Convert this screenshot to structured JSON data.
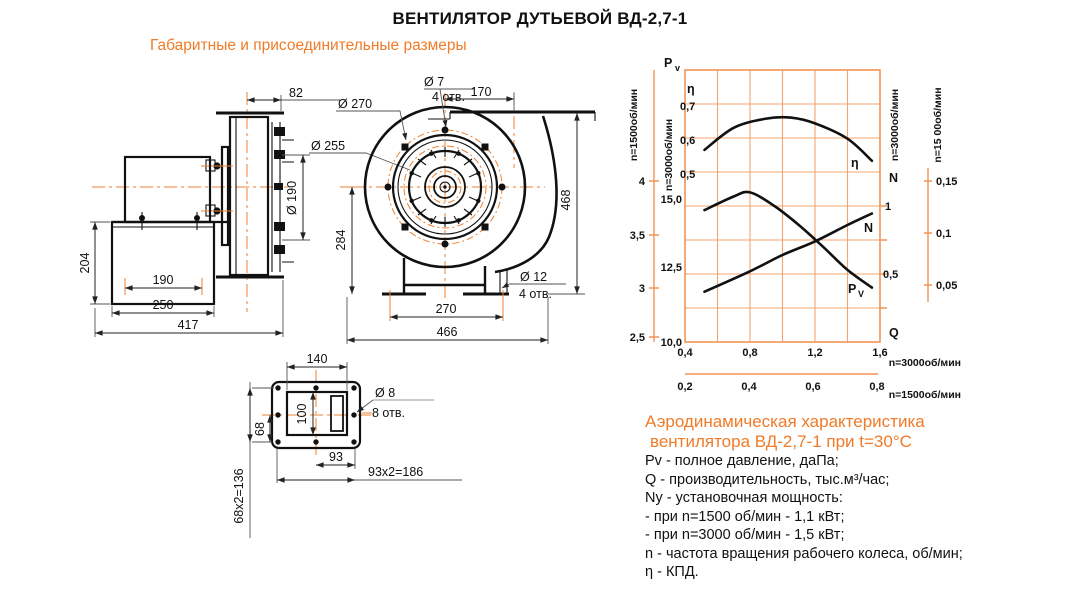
{
  "page": {
    "title": "ВЕНТИЛЯТОР ДУТЬЕВОЙ ВД-2,7-1",
    "subtitle": "Габаритные и присоединительные размеры"
  },
  "colors": {
    "accent": "#f07b28",
    "grid": "#f3a470",
    "line": "#111111"
  },
  "drawings": {
    "side": {
      "d82": "82",
      "d255": "Ø 255",
      "d190r": "Ø 190",
      "d204": "204",
      "d190": "190",
      "d250": "250",
      "d417": "417"
    },
    "front": {
      "d7": "Ø 7",
      "d7n": "4 отв.",
      "d270c": "Ø 270",
      "d170": "170",
      "d284": "284",
      "d468": "468",
      "d12": "Ø 12",
      "d12n": "4 отв.",
      "d270": "270",
      "d466": "466"
    },
    "flange": {
      "d140": "140",
      "d100": "100",
      "d68": "68",
      "d93": "93",
      "d186": "93x2=186",
      "d136": "68x2=136",
      "d8": "Ø 8",
      "d8n": "8 отв."
    }
  },
  "chart": {
    "pv_main": "P",
    "pv_sub": "v",
    "eta": "η",
    "n": "N",
    "q": "Q",
    "eta_ticks": [
      "0,7",
      "0,6",
      "0,5"
    ],
    "pv3000_ticks": [
      "15,0",
      "12,5",
      "10,0"
    ],
    "pv1500_ticks": [
      "4",
      "3,5",
      "3",
      "2,5"
    ],
    "n3000_ticks": [
      "1",
      "0,5"
    ],
    "n1500_ticks": [
      "0,15",
      "0,1",
      "0,05"
    ],
    "x3000_ticks": [
      "0,4",
      "0,8",
      "1,2",
      "1,6"
    ],
    "x1500_ticks": [
      "0,2",
      "0,4",
      "0,6",
      "0,8"
    ],
    "titles": {
      "left_outer": "n=1500об/мин",
      "left_inner": "n=3000об/мин",
      "right_inner": "n=3000об/мин",
      "right_outer": "n=15 00об/мин",
      "x_outer": "n=3000об/мин",
      "x_lower": "n=1500об/мин"
    },
    "curve_labels": {
      "eta": "η",
      "n": "N",
      "pv_main": "P",
      "pv_sub": "V"
    }
  },
  "chart_data": {
    "type": "line",
    "title": "Аэродинамическая характеристика вентилятора ВД-2,7-1 при t=30°C",
    "xlabel": "Q",
    "x_axis_n3000_range": [
      0.4,
      1.6
    ],
    "x_axis_n1500_range": [
      0.2,
      0.8
    ],
    "y_axes": {
      "eta": {
        "label": "η",
        "ticks": [
          0.7,
          0.6,
          0.5
        ]
      },
      "pv3000": {
        "label": "Pv",
        "ticks": [
          15.0,
          12.5,
          10.0
        ]
      },
      "pv1500": {
        "label": "Pv",
        "ticks": [
          4,
          3.5,
          3,
          2.5
        ]
      },
      "n3000": {
        "label": "N",
        "ticks": [
          1,
          0.5
        ]
      },
      "n1500": {
        "label": "N",
        "ticks": [
          0.15,
          0.1,
          0.05
        ]
      }
    },
    "grid": true,
    "series": [
      {
        "id": "eta",
        "name": "η (КПД)",
        "axis": "eta",
        "x": [
          0.52,
          0.7,
          0.9,
          1.05,
          1.2,
          1.4,
          1.55
        ],
        "values": [
          0.565,
          0.63,
          0.657,
          0.66,
          0.643,
          0.598,
          0.533
        ]
      },
      {
        "id": "pv",
        "name": "Pv (полное давление, даПа)",
        "axis": "pv3000",
        "x": [
          0.52,
          0.7,
          0.8,
          0.95,
          1.1,
          1.25,
          1.4,
          1.55
        ],
        "values": [
          14.85,
          15.35,
          15.5,
          15.0,
          14.3,
          13.5,
          12.65,
          12.0
        ]
      },
      {
        "id": "n",
        "name": "N (мощность)",
        "axis": "n3000",
        "x": [
          0.52,
          0.8,
          1.0,
          1.2,
          1.4,
          1.55
        ],
        "values": [
          0.37,
          0.52,
          0.64,
          0.74,
          0.86,
          0.945
        ]
      }
    ]
  },
  "legend": {
    "title1": "Аэродинамическая характеристика",
    "title2": "вентилятора ВД-2,7-1 при  t=30°C",
    "items": [
      "Pv - полное давление, даПа;",
      "Q - производительность, тыс.м³/час;",
      "Ny - установочная мощность:",
      "- при n=1500 об/мин - 1,1 кВт;",
      "- при n=3000 об/мин - 1,5 кВт;",
      "n - частота вращения рабочего колеса, об/мин;",
      "η - КПД."
    ]
  }
}
